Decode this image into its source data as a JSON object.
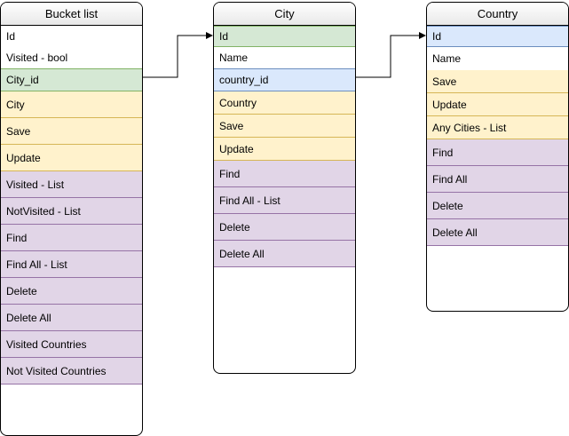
{
  "entities": {
    "bucket_list": {
      "title": "Bucket list",
      "fields": [
        "Id",
        "Visited - bool",
        "City_id",
        "City",
        "Save",
        "Update",
        "Visited - List",
        "NotVisited - List",
        "Find",
        "Find All - List",
        "Delete",
        "Delete All",
        "Visited Countries",
        "Not Visited Countries"
      ]
    },
    "city": {
      "title": "City",
      "fields": [
        "Id",
        "Name",
        "country_id",
        "Country",
        "Save",
        "Update",
        "Find",
        "Find All - List",
        "Delete",
        "Delete All"
      ]
    },
    "country": {
      "title": "Country",
      "fields": [
        "Id",
        "Name",
        "Save",
        "Update",
        "Any Cities - List",
        "Find",
        "Find All",
        "Delete",
        "Delete All"
      ]
    }
  },
  "colors": {
    "key_green": "#d5e8d4",
    "key_blue": "#dae8fc",
    "method_yellow": "#fff2cc",
    "method_purple": "#e1d5e7"
  }
}
